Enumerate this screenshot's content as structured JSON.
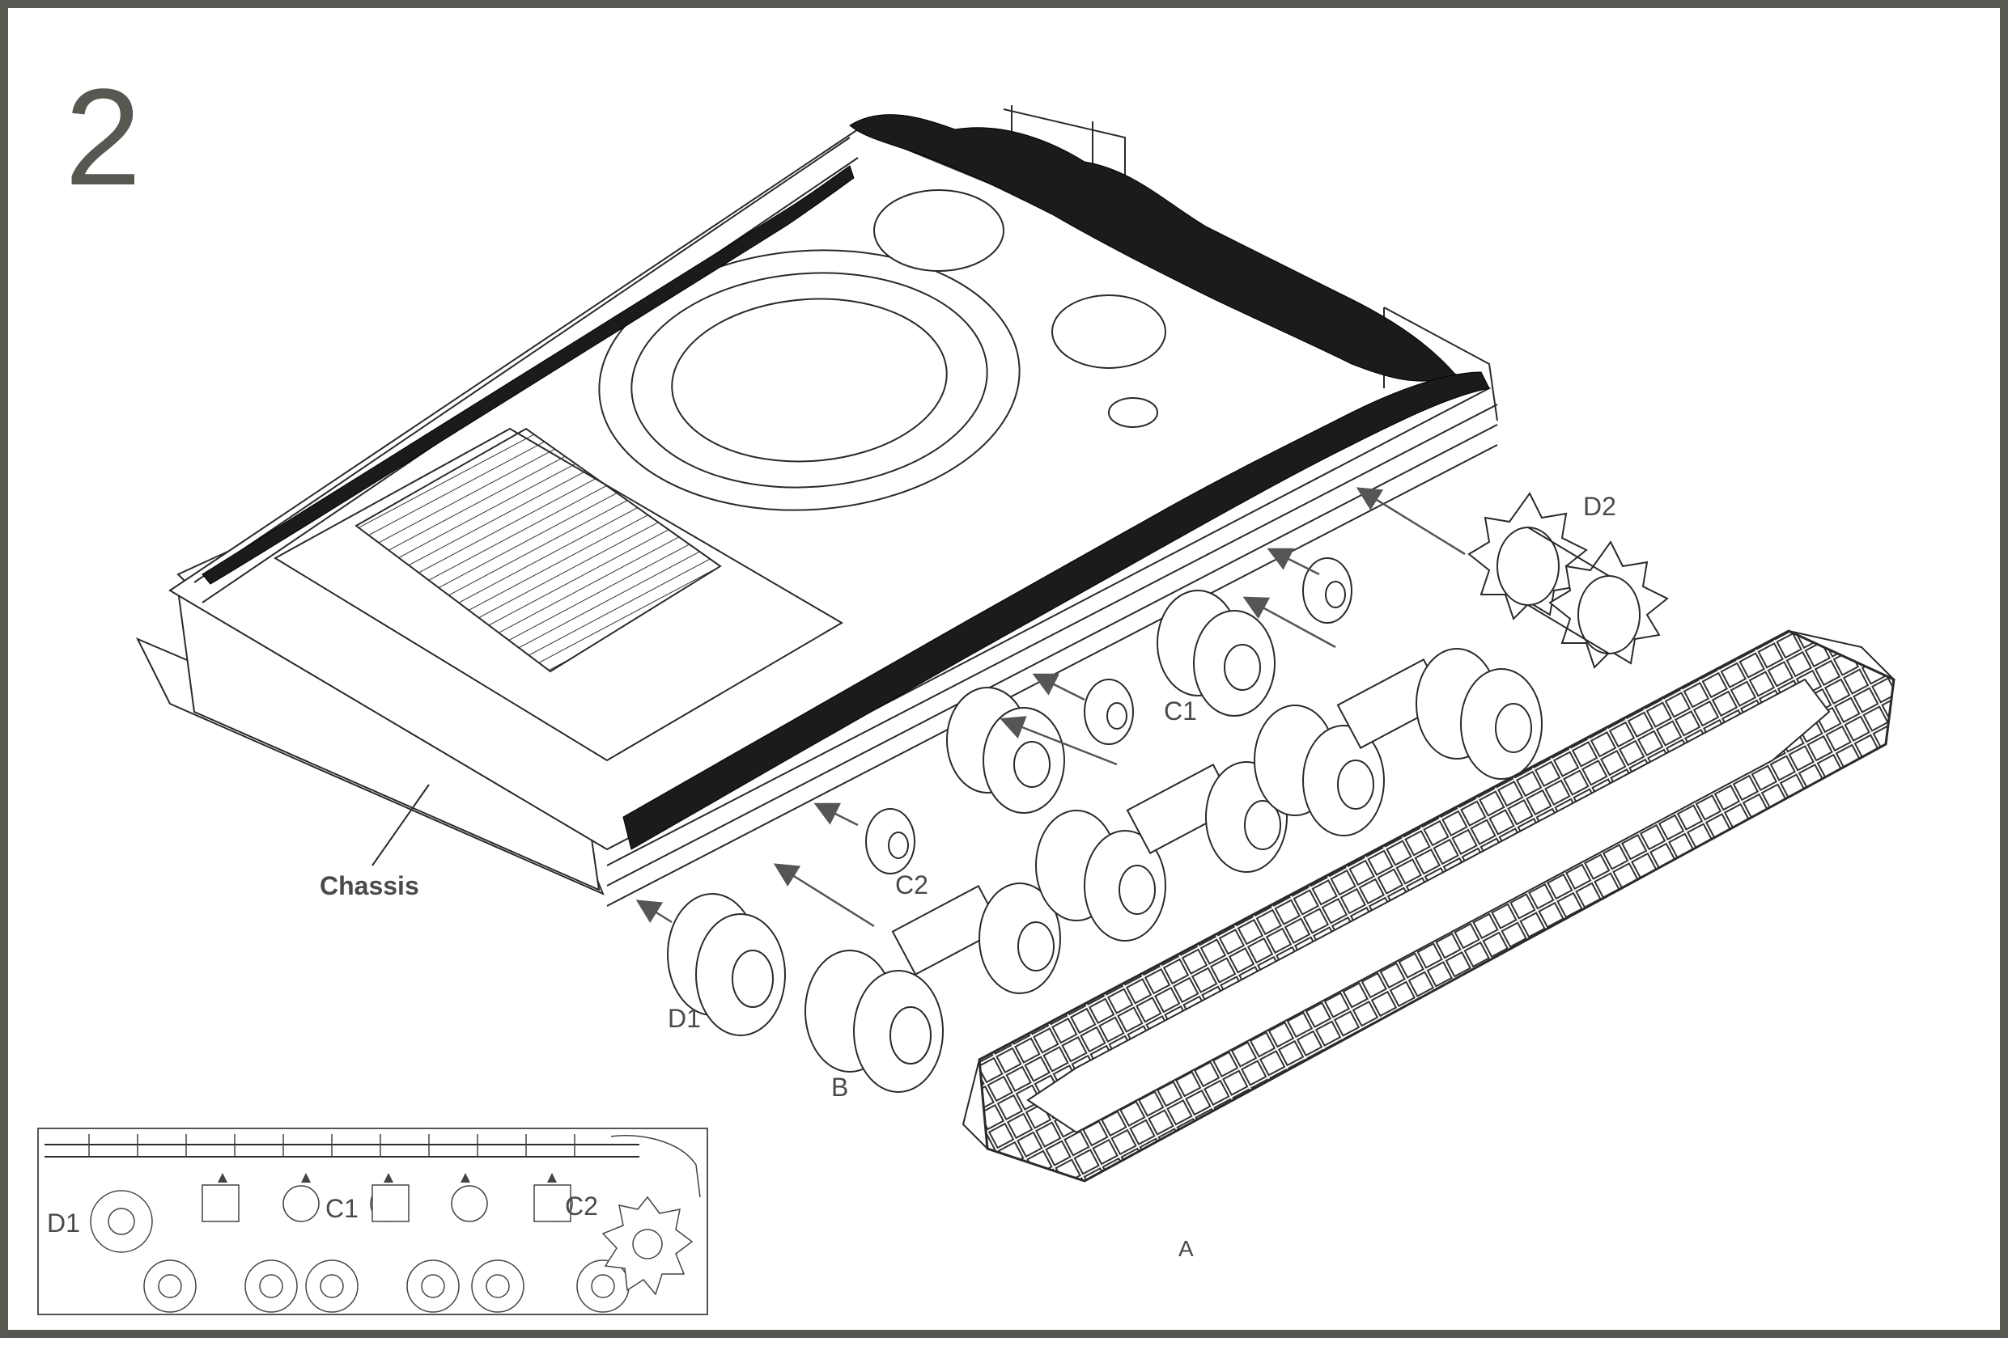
{
  "step_number": "2",
  "labels": {
    "chassis": "Chassis",
    "d2": "D2",
    "c1": "C1",
    "c2": "C2",
    "d1": "D1",
    "b": "B",
    "a": "A"
  },
  "inset_labels": {
    "d1": "D1",
    "c1": "C1",
    "c2": "C2"
  },
  "colors": {
    "frame": "#595751",
    "line": "#2a2a2a",
    "sandbags": "#1b1b1b"
  }
}
